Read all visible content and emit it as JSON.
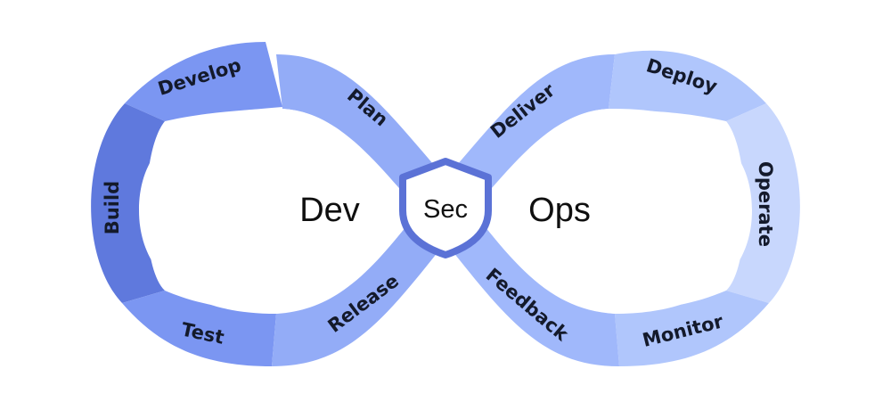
{
  "center": {
    "left": "Dev",
    "right": "Ops",
    "middle": "Sec"
  },
  "stages": {
    "develop": "Develop",
    "plan": "Plan",
    "build": "Build",
    "test": "Test",
    "release": "Release",
    "deliver": "Deliver",
    "deploy": "Deploy",
    "operate": "Operate",
    "monitor": "Monitor",
    "feedback": "Feedback"
  },
  "colors": {
    "build": "#5f79dd",
    "develop_test": "#7b96f2",
    "plan_release_cross": "#93acf7",
    "deliver_feedback": "#a0b8fb",
    "deploy_monitor": "#b0c6fc",
    "operate": "#c8d7fd",
    "shield_stroke": "#5b72d6"
  }
}
